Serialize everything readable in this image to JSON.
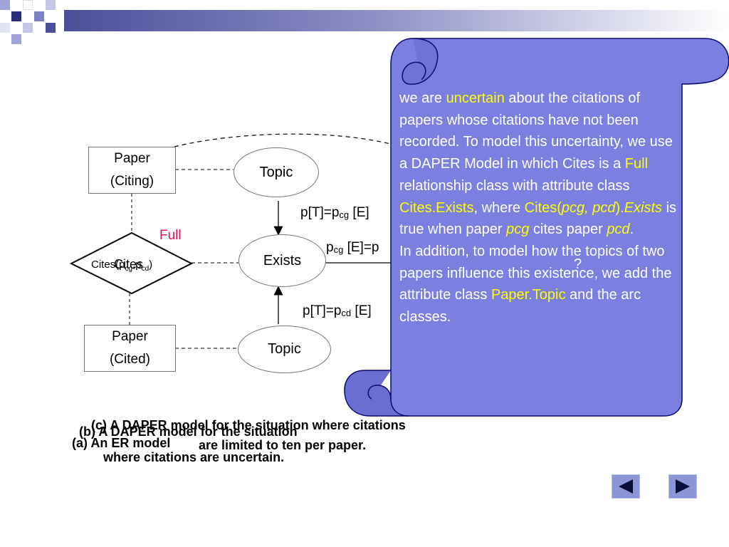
{
  "colors": {
    "scroll_fill": "#7b7fe0",
    "scroll_stroke": "#0a0a70",
    "highlight": "#ffff00",
    "full_label": "#e0105a",
    "nav_button": "#8c96d6"
  },
  "diagram": {
    "paper_citing": {
      "line1": "Paper",
      "line2": "(Citing)"
    },
    "paper_cited": {
      "line1": "Paper",
      "line2": "(Cited)"
    },
    "topic_top": "Topic",
    "topic_bottom": "Topic",
    "exists": "Exists",
    "cites_overlap_a": "Cites",
    "cites_overlap_b": "Cites(p",
    "cites_sub_cg": "cg",
    "cites_mid": ",p",
    "cites_sub_cd": "cd",
    "cites_end": ")",
    "full": "Full",
    "edge_top": {
      "pre": "p[T]=p",
      "sub": "cg",
      "post": " [E]"
    },
    "edge_right": {
      "pre": "p",
      "sub": "cg",
      "post": " [E]=p"
    },
    "edge_bottom": {
      "pre": "p[T]=p",
      "sub": "cd",
      "post": " [E]"
    },
    "question": "?"
  },
  "captions": {
    "c_line1": "(c) A DAPER model for the situation where citations",
    "c_line2": "are limited to ten per paper.",
    "b_line1": "(b) A DAPER model for the situation",
    "b_line2": "where citations are uncertain.",
    "a_line1": "(a) An ER model"
  },
  "scroll": {
    "t1": "we are ",
    "t2": "uncertain",
    "t3": " about the citations of papers whose citations have not been recorded. To model this uncertainty, we use a DAPER Model in which Cites is a ",
    "t4": "Full",
    "t5": " relationship class with  attribute class ",
    "t6": "Cites.Exists",
    "t7": ", where ",
    "t8": "Cites(",
    "t9": "pcg, pcd",
    "t10": ").",
    "t11": "Exists",
    "t12": " is true when paper ",
    "t13": "pcg",
    "t14": " cites paper ",
    "t15": "pcd",
    "t16": ".",
    "t17": "In addition, to model how the topics of two papers influence this existence, we add the attribute class ",
    "t18": "Paper.Topic",
    "t19": " and the arc classes."
  },
  "nav": {
    "prev_icon": "triangle-left-icon",
    "next_icon": "triangle-right-icon"
  }
}
